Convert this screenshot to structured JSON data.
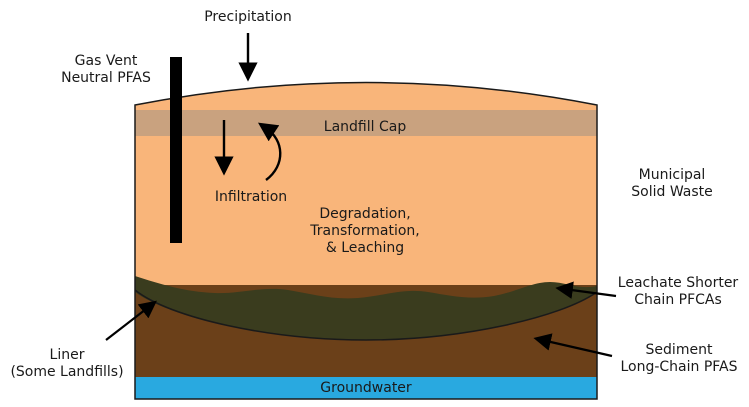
{
  "labels": {
    "precipitation": "Precipitation",
    "gas_vent_line1": "Gas Vent",
    "gas_vent_line2": "Neutral PFAS",
    "landfill_cap": "Landfill Cap",
    "infiltration": "Infiltration",
    "degradation_line1": "Degradation,",
    "degradation_line2": "Transformation,",
    "degradation_line3": "& Leaching",
    "msw_line1": "Municipal",
    "msw_line2": "Solid Waste",
    "leachate_line1": "Leachate Shorter",
    "leachate_line2": "Chain PFCAs",
    "liner_line1": "Liner",
    "liner_line2": "(Some Landfills)",
    "sediment_line1": "Sediment",
    "sediment_line2": "Long-Chain PFAS",
    "groundwater": "Groundwater"
  },
  "colors": {
    "waste": "#f9b57a",
    "cap": "#c9a27f",
    "leachate": "#3a3c1e",
    "sediment": "#6b4019",
    "groundwater": "#29a9e0",
    "vent": "#000000",
    "outline": "#1a1a1a"
  }
}
